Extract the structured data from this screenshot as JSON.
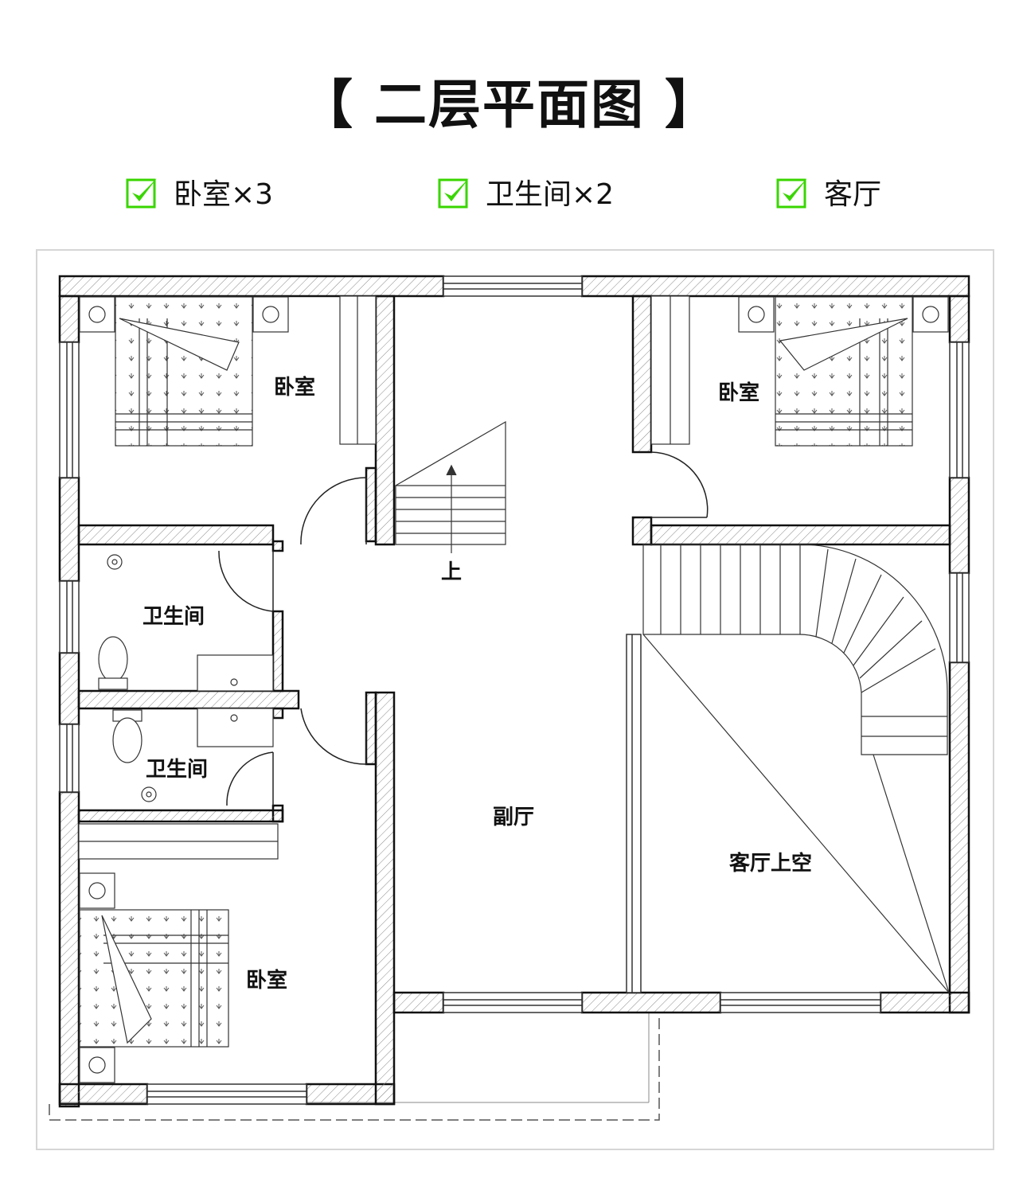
{
  "title": "【 二层平面图 】",
  "features": [
    {
      "label": "卧室×3",
      "icon": "green-checkbox-icon"
    },
    {
      "label": "卫生间×2",
      "icon": "green-checkbox-icon"
    },
    {
      "label": "客厅",
      "icon": "green-checkbox-icon"
    }
  ],
  "rooms": {
    "bedroom_top_left": "卧室",
    "bedroom_top_right": "卧室",
    "bedroom_bottom_left": "卧室",
    "bathroom_upper": "卫生间",
    "bathroom_lower": "卫生间",
    "secondary_hall": "副厅",
    "living_void": "客厅上空",
    "stair_up": "上"
  },
  "colors": {
    "check": "#39d600",
    "wall": "#111111",
    "hatch": "#888888",
    "frame": "#d6d6d6"
  }
}
